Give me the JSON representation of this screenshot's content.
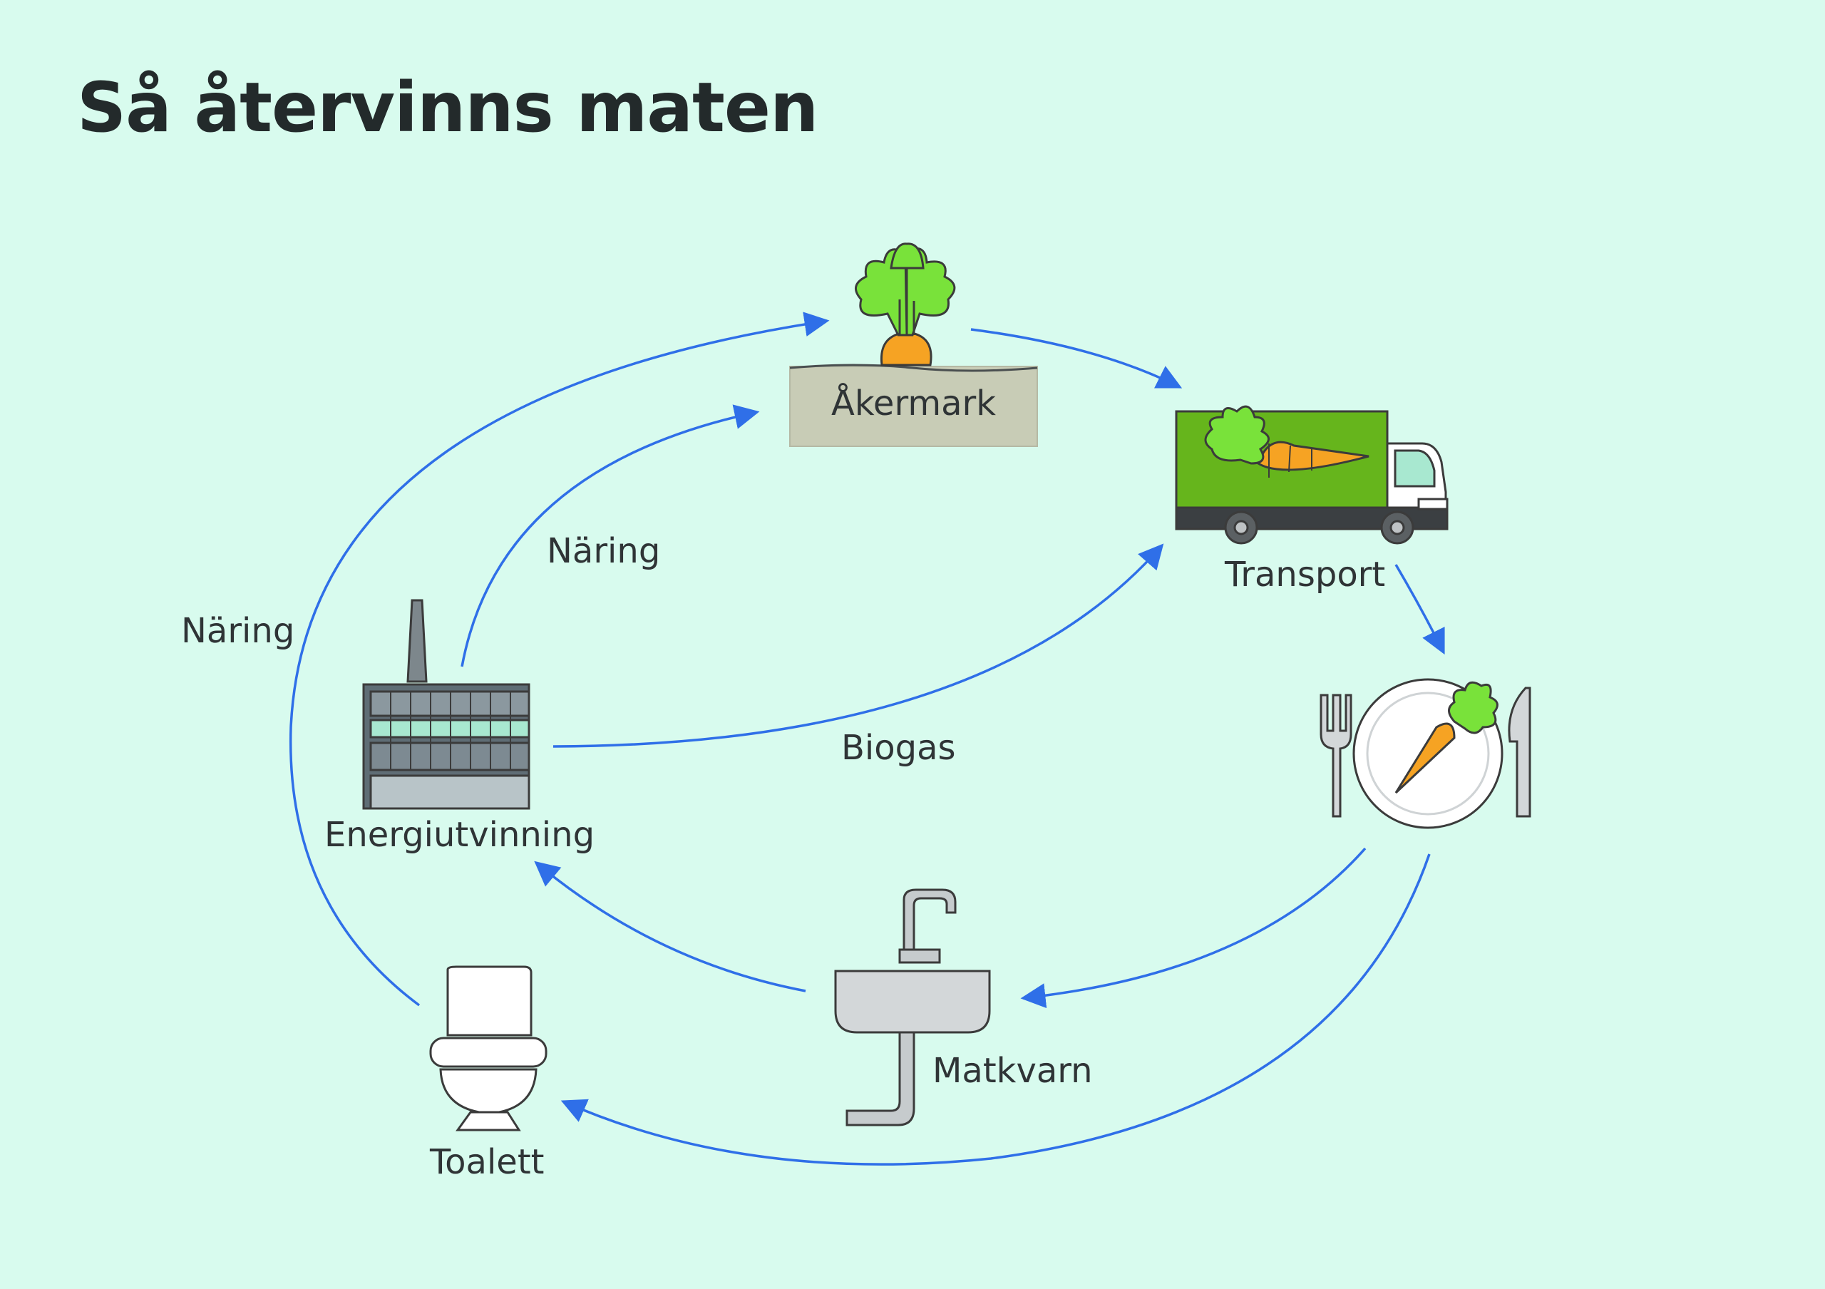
{
  "title": "Så återvinns maten",
  "nodes": {
    "field": "Åkermark",
    "transport": "Transport",
    "energy": "Energiutvinning",
    "grinder": "Matkvarn",
    "toilet": "Toalett"
  },
  "edge_labels": {
    "nutrition_inner": "Näring",
    "nutrition_outer": "Näring",
    "biogas": "Biogas"
  },
  "colors": {
    "background": "#d8fbee",
    "arrow": "#2f6fe8",
    "truck_green": "#66b51c",
    "carrot_orange": "#f6a323",
    "leaf_green": "#79e23a",
    "soil": "#c8ccb6"
  }
}
